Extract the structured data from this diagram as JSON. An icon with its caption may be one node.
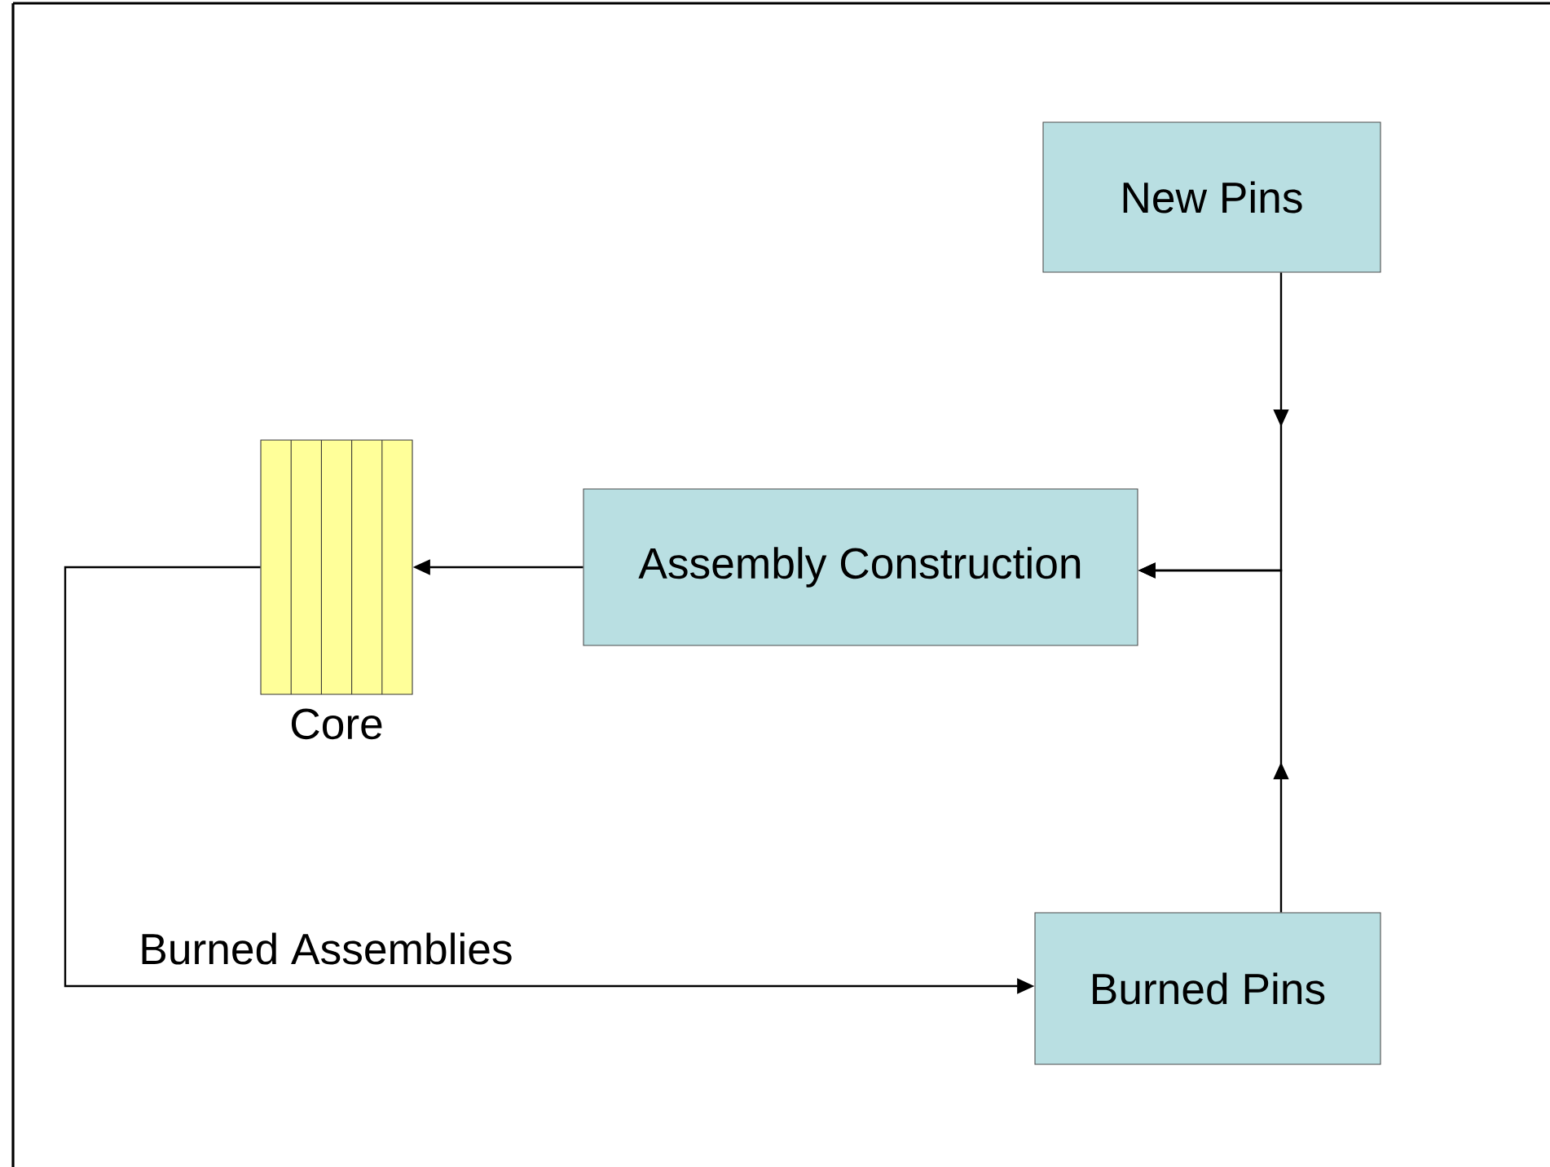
{
  "diagram": {
    "nodes": [
      {
        "text": [
          "New Pins"
        ]
      },
      {
        "text": [
          "Assembly Construction"
        ]
      },
      {
        "text": [
          "Core"
        ]
      },
      {
        "text": [
          "Burned Pins"
        ]
      }
    ],
    "edges": [
      {
        "from": 0,
        "to": 1,
        "arrow": "to"
      },
      {
        "from": 3,
        "to": 1,
        "arrow": "to"
      },
      {
        "from": 1,
        "to": 2,
        "arrow": "to"
      },
      {
        "from": 2,
        "to": 3,
        "arrow": "to",
        "label": "Burned Assemblies"
      }
    ]
  }
}
